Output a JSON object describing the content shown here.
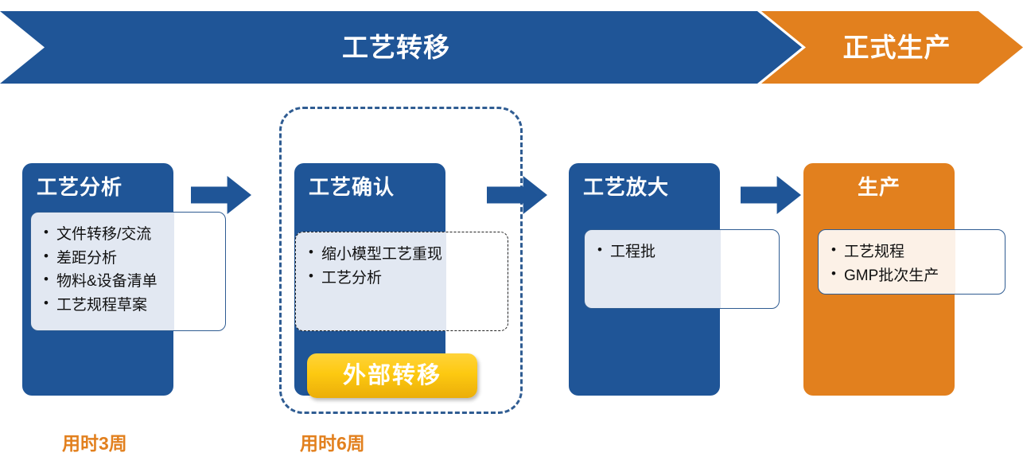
{
  "banner": {
    "phases": [
      {
        "label": "工艺转移",
        "color": "#1F5597"
      },
      {
        "label": "正式生产",
        "color": "#E2801E"
      }
    ]
  },
  "stages": [
    {
      "title": "工艺分析",
      "color": "#1F5597",
      "bullets": [
        "文件转移/交流",
        "差距分析",
        "物料&设备清单",
        "工艺规程草案"
      ]
    },
    {
      "title": "工艺确认",
      "color": "#1F5597",
      "bullets": [
        "缩小模型工艺重现",
        "工艺分析"
      ],
      "badge": {
        "label": "外部转移",
        "color": "#FDC911"
      }
    },
    {
      "title": "工艺放大",
      "color": "#1F5597",
      "bullets": [
        "工程批"
      ]
    },
    {
      "title": "生产",
      "color": "#E2801E",
      "bullets": [
        "工艺规程",
        "GMP批次生产"
      ]
    }
  ],
  "durations": [
    {
      "label": "用时3周"
    },
    {
      "label": "用时6周"
    }
  ],
  "colors": {
    "primary_blue": "#1F5597",
    "accent_orange": "#E2801E",
    "badge_yellow": "#FDC911",
    "bullet_fill_blue": "#E2E8F2",
    "bullet_fill_cream": "#FCF1E7"
  }
}
